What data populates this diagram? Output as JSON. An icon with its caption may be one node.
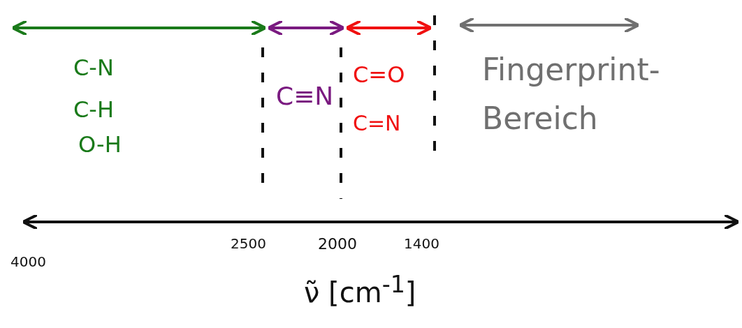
{
  "diagram": {
    "labels": [
      "C-N",
      "C-H",
      "O-H",
      "C≡N",
      "C=O",
      "C=N",
      "Fingerprint-Bereich",
      "2500",
      "2000",
      "1400",
      "4000",
      "ν̃ [cm$^{-1}$]"
    ]
  }
}
